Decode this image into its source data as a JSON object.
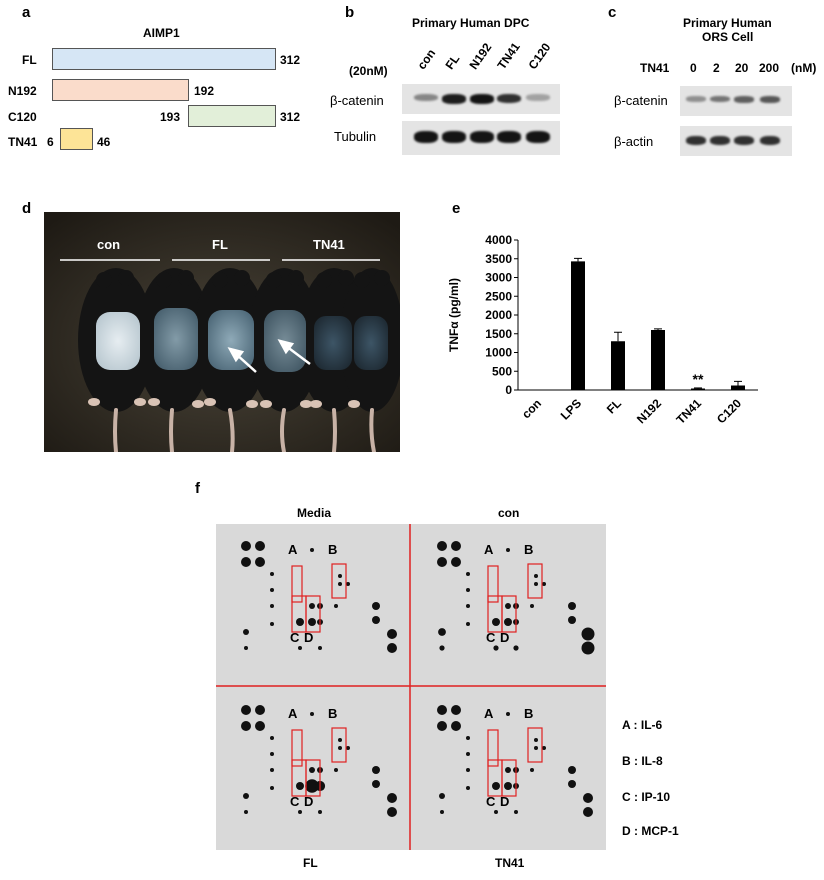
{
  "panel_a": {
    "letter": "a",
    "title": "AIMP1",
    "constructs": [
      {
        "name": "FL",
        "start_label": "",
        "end_label": "312",
        "start": 1,
        "end": 312,
        "color": "#d6e6f5"
      },
      {
        "name": "N192",
        "start_label": "",
        "end_label": "192",
        "start": 1,
        "end": 192,
        "color": "#fadccb"
      },
      {
        "name": "C120",
        "start_label": "193",
        "end_label": "312",
        "start": 193,
        "end": 312,
        "color": "#e2efd9"
      },
      {
        "name": "TN41",
        "start_label": "6",
        "end_label": "46",
        "start": 6,
        "end": 46,
        "color": "#fde497"
      }
    ]
  },
  "panel_b": {
    "letter": "b",
    "title": "Primary Human DPC",
    "conc": "(20nM)",
    "lanes": [
      "con",
      "FL",
      "N192",
      "TN41",
      "C120"
    ],
    "rows": [
      "β-catenin",
      "Tubulin"
    ],
    "beta_catenin_intensity": [
      0.35,
      0.9,
      0.95,
      0.8,
      0.2
    ],
    "tubulin_intensity": [
      0.95,
      0.95,
      0.95,
      0.95,
      0.95
    ]
  },
  "panel_c": {
    "letter": "c",
    "title_line1": "Primary Human",
    "title_line2": "ORS Cell",
    "treatment": "TN41",
    "doses": [
      "0",
      "2",
      "20",
      "200"
    ],
    "unit": "(nM)",
    "rows": [
      "β-catenin",
      "β-actin"
    ],
    "beta_catenin_intensity": [
      0.3,
      0.45,
      0.55,
      0.6
    ],
    "beta_actin_intensity": [
      0.8,
      0.8,
      0.8,
      0.8
    ]
  },
  "panel_d": {
    "letter": "d",
    "groups": [
      "con",
      "FL",
      "TN41"
    ]
  },
  "panel_e": {
    "letter": "e",
    "chart_data": {
      "type": "bar",
      "categories": [
        "con",
        "LPS",
        "FL",
        "N192",
        "TN41",
        "C120"
      ],
      "values": [
        10,
        3430,
        1300,
        1600,
        40,
        120
      ],
      "errors": [
        0,
        80,
        240,
        30,
        15,
        110
      ],
      "ylabel": "TNFα (pg/ml)",
      "ylim": [
        0,
        4000
      ],
      "yticks": [
        0,
        500,
        1000,
        1500,
        2000,
        2500,
        3000,
        3500,
        4000
      ],
      "annotation": "**",
      "annotation_category": "TN41",
      "bar_color": "#000000"
    }
  },
  "panel_f": {
    "letter": "f",
    "quadrants": [
      "Media",
      "con",
      "FL",
      "TN41"
    ],
    "spot_labels": [
      "A",
      "B",
      "C",
      "D"
    ],
    "legend": [
      "A : IL-6",
      "B : IL-8",
      "C : IP-10",
      "D : MCP-1"
    ]
  }
}
